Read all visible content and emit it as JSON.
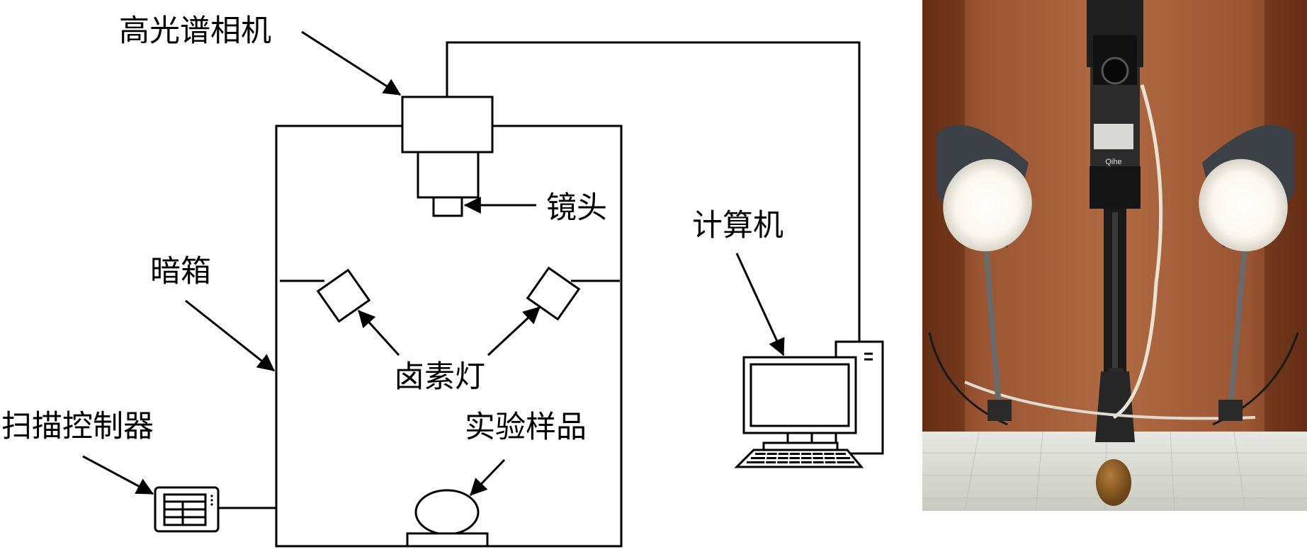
{
  "labels": {
    "camera": "高光谱相机",
    "lens": "镜头",
    "dark_box": "暗箱",
    "halogen_lamp": "卤素灯",
    "sample": "实验样品",
    "scan_controller": "扫描控制器",
    "computer": "计算机"
  },
  "photo": {
    "camera_brand": "Qihe"
  },
  "colors": {
    "line": "#000000",
    "background": "#ffffff"
  }
}
